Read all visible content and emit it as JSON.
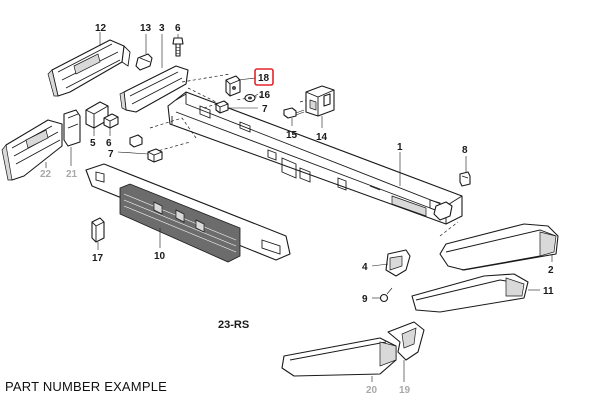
{
  "caption": "PART NUMBER EXAMPLE",
  "highlight_color": "#e0252d",
  "callouts": {
    "c1": "1",
    "c2": "2",
    "c3": "3",
    "c4": "4",
    "c5": "5",
    "c6a": "6",
    "c6b": "6",
    "c7a": "7",
    "c7b": "7",
    "c8": "8",
    "c9": "9",
    "c10": "10",
    "c11": "11",
    "c12": "12",
    "c13": "13",
    "c14": "14",
    "c15": "15",
    "c16": "16",
    "c17": "17",
    "c18": "18",
    "c19": "19",
    "c20": "20",
    "c21": "21",
    "c22": "22",
    "c23": "23-RS"
  }
}
